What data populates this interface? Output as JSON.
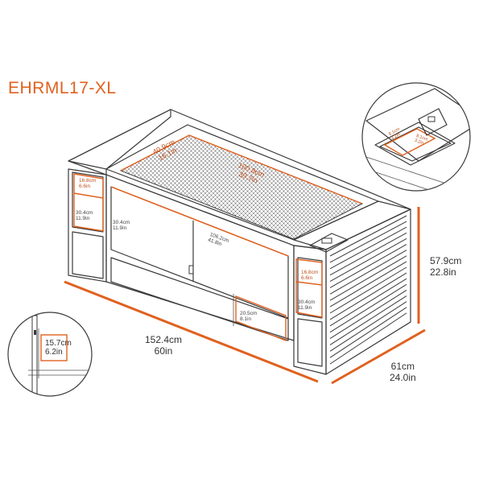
{
  "model": "EHRML17-XL",
  "dimensions": {
    "length": {
      "cm": "152.4cm",
      "in": "60in"
    },
    "width": {
      "cm": "61cm",
      "in": "24.0in"
    },
    "height": {
      "cm": "57.9cm",
      "in": "22.8in"
    },
    "burner_depth": {
      "cm": "40.9cm",
      "in": "16.1in"
    },
    "burner_length": {
      "cm": "100.8cm",
      "in": "39.7in"
    },
    "panel_width_left": {
      "cm": "16.8cm",
      "in": "6.6in"
    },
    "panel_height_left": {
      "cm": "30.4cm",
      "in": "11.9in"
    },
    "door_height": {
      "cm": "30.4cm",
      "in": "11.9in"
    },
    "door_width": {
      "cm": "106.2cm",
      "in": "41.8in"
    },
    "base_height": {
      "cm": "20.5cm",
      "in": "8.1in"
    },
    "panel_width_right": {
      "cm": "16.8cm",
      "in": "6.6in"
    },
    "panel_height_right": {
      "cm": "30.4cm",
      "in": "11.9in"
    },
    "detail_height": {
      "cm": "15.7cm",
      "in": "6.2in"
    },
    "lid_a": {
      "cm": "8.1cm",
      "in": "3.2in"
    },
    "lid_b": {
      "cm": "8.1cm",
      "in": "3.2in"
    }
  },
  "colors": {
    "accent": "#e0611f",
    "line": "#3a3a3a"
  }
}
